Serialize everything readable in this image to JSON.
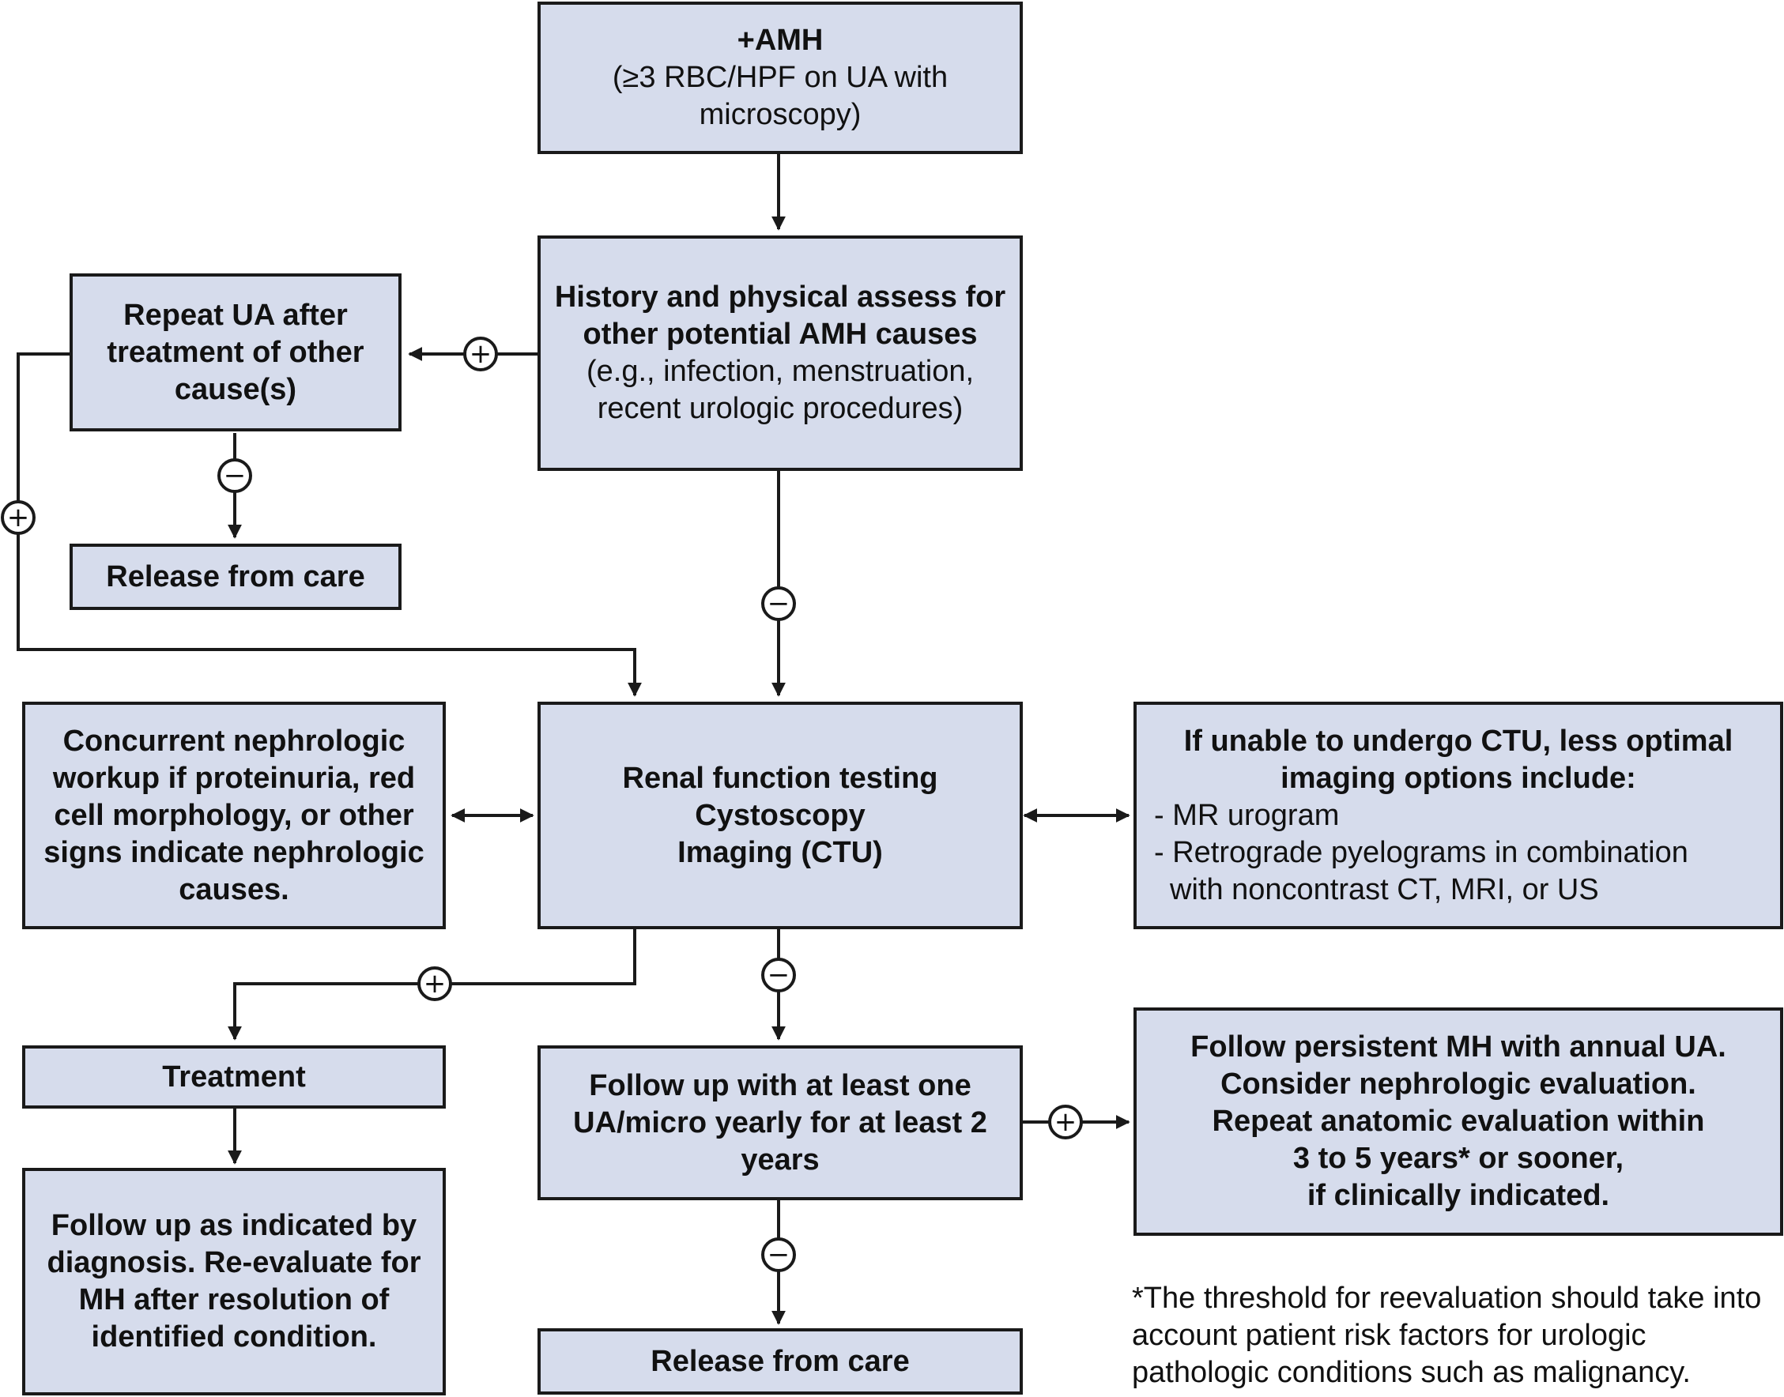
{
  "boxes": {
    "amh": {
      "title": "+AMH",
      "detail": "(≥3 RBC/HPF on UA with microscopy)"
    },
    "history": {
      "title": "History and physical assess for other potential AMH causes",
      "detail": "(e.g., infection, menstruation, recent urologic procedures)"
    },
    "repeat_ua": {
      "title": "Repeat UA after treatment of other cause(s)"
    },
    "release_top": {
      "title": "Release from care"
    },
    "nephro": {
      "title": "Concurrent nephrologic workup if proteinuria, red cell morphology, or other signs indicate nephrologic causes."
    },
    "renal": {
      "line1": "Renal function testing",
      "line2": "Cystoscopy",
      "line3": "Imaging (CTU)"
    },
    "ctu_alt": {
      "title": "If unable to undergo CTU, less optimal imaging options include:",
      "item1": "- MR urogram",
      "item2": "- Retrograde pyelograms in combination",
      "item3": "with noncontrast CT, MRI, or US"
    },
    "treatment": {
      "title": "Treatment"
    },
    "followup_dx": {
      "title": "Follow up as indicated by diagnosis. Re-evaluate for MH after resolution of identified condition."
    },
    "followup_ua": {
      "title": "Follow up with at least one UA/micro yearly for at least 2 years"
    },
    "persistent": {
      "line1": "Follow persistent MH with annual UA.",
      "line2": "Consider nephrologic evaluation.",
      "line3": "Repeat anatomic evaluation within",
      "line4": "3 to 5 years* or sooner,",
      "line5": "if clinically indicated."
    },
    "release_bottom": {
      "title": "Release from care"
    }
  },
  "nodes": {
    "plus": "+",
    "minus": "−"
  },
  "footnote": "*The threshold for reevaluation should take into account patient risk factors for urologic pathologic conditions such as malignancy.",
  "colors": {
    "box_fill": "#d6dcec",
    "line": "#1a1a1a"
  }
}
